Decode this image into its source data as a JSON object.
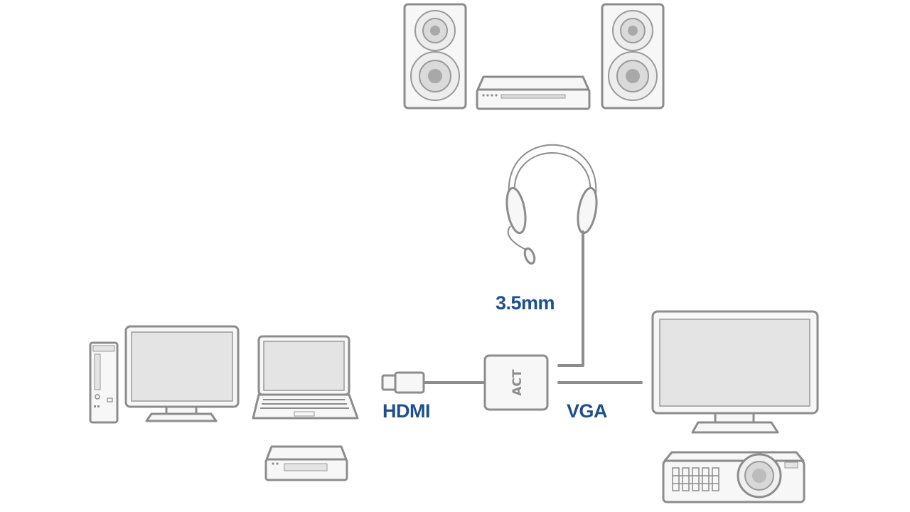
{
  "labels": {
    "hdmi": "HDMI",
    "vga": "VGA",
    "audio": "3.5mm"
  },
  "adapter": {
    "logo": "ACT"
  },
  "colors": {
    "label_blue": "#1f4f8f",
    "outline_grey": "#8c8c8c",
    "screen_fill": "#e4e4e4",
    "body_fill": "#f7f7f7"
  }
}
